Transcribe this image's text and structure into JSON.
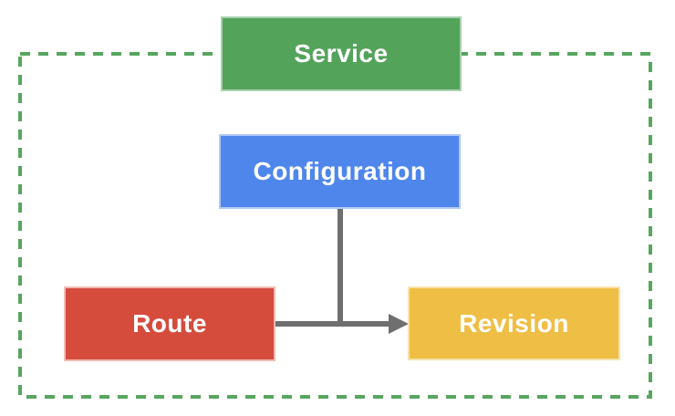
{
  "diagram": {
    "nodes": [
      {
        "id": "service",
        "label": "Service",
        "fill": "#53A35B",
        "border": "#A8D2AD",
        "text_color": "#FFFFFF"
      },
      {
        "id": "configuration",
        "label": "Configuration",
        "fill": "#4E86EC",
        "border": "#B0C9F8",
        "text_color": "#FFFFFF"
      },
      {
        "id": "route",
        "label": "Route",
        "fill": "#D54C3D",
        "border": "#F2BBB2",
        "text_color": "#FFFFFF"
      },
      {
        "id": "revision",
        "label": "Revision",
        "fill": "#EFBE45",
        "border": "#F8E2AB",
        "text_color": "#FFFFFF"
      }
    ],
    "edges": [
      {
        "from": "configuration",
        "to": "route-revision-connector",
        "type": "line"
      },
      {
        "from": "route",
        "to": "revision",
        "type": "arrow"
      }
    ],
    "colors": {
      "boundary": "#57A65F",
      "connector": "#6F6F6F",
      "background": "#FFFFFF"
    }
  }
}
